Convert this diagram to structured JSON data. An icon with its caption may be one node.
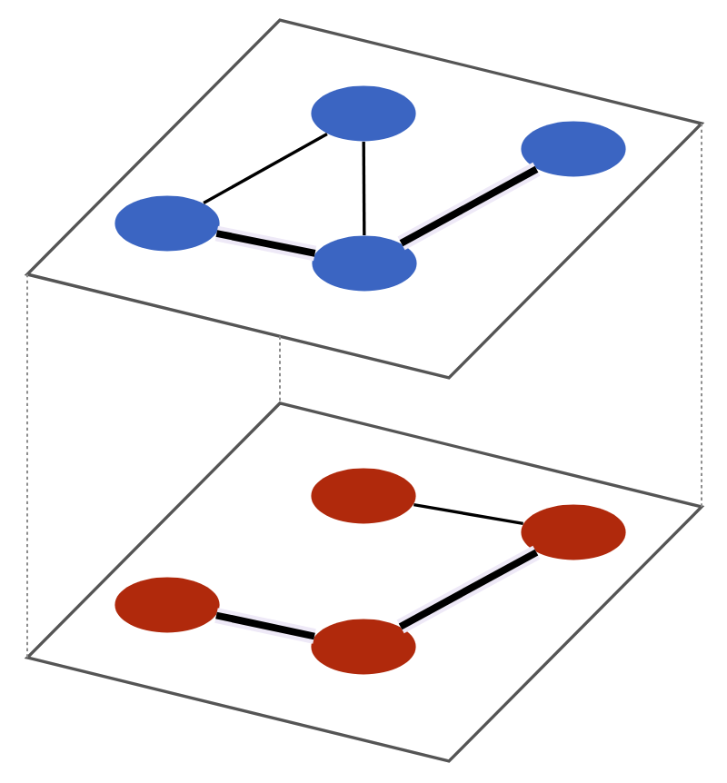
{
  "diagram": {
    "nodes": [
      {
        "text": [],
        "shape": "parallelogram"
      },
      {
        "text": [],
        "shape": "ellipse",
        "in": 0
      },
      {
        "text": [],
        "shape": "ellipse",
        "in": 0
      },
      {
        "text": [],
        "shape": "ellipse",
        "in": 0
      },
      {
        "text": [],
        "shape": "ellipse",
        "in": 0
      },
      {
        "text": [],
        "shape": "parallelogram"
      },
      {
        "text": [],
        "shape": "ellipse",
        "in": 5
      },
      {
        "text": [],
        "shape": "ellipse",
        "in": 5
      },
      {
        "text": [],
        "shape": "ellipse",
        "in": 5
      },
      {
        "text": [],
        "shape": "ellipse",
        "in": 5
      }
    ],
    "edges": [
      {
        "from": 3,
        "to": 1,
        "arrow": "none",
        "color": "#000000"
      },
      {
        "from": 1,
        "to": 4,
        "arrow": "none",
        "color": "#000000"
      },
      {
        "from": 3,
        "to": 4,
        "arrow": "none",
        "style": "thick"
      },
      {
        "from": 4,
        "to": 2,
        "arrow": "none",
        "style": "thick"
      },
      {
        "from": 6,
        "to": 7,
        "arrow": "none",
        "color": "#000000"
      },
      {
        "from": 8,
        "to": 9,
        "arrow": "none",
        "style": "thick"
      },
      {
        "from": 9,
        "to": 7,
        "arrow": "none",
        "style": "thick"
      },
      {
        "from": 0,
        "to": 5,
        "arrow": "none",
        "style": "dashed",
        "color": "#8c8c8c"
      },
      {
        "from": 0,
        "to": 5,
        "arrow": "none",
        "style": "dashed",
        "color": "#8c8c8c"
      },
      {
        "from": 0,
        "to": 5,
        "arrow": "none",
        "style": "dashed",
        "color": "#8c8c8c"
      }
    ]
  }
}
